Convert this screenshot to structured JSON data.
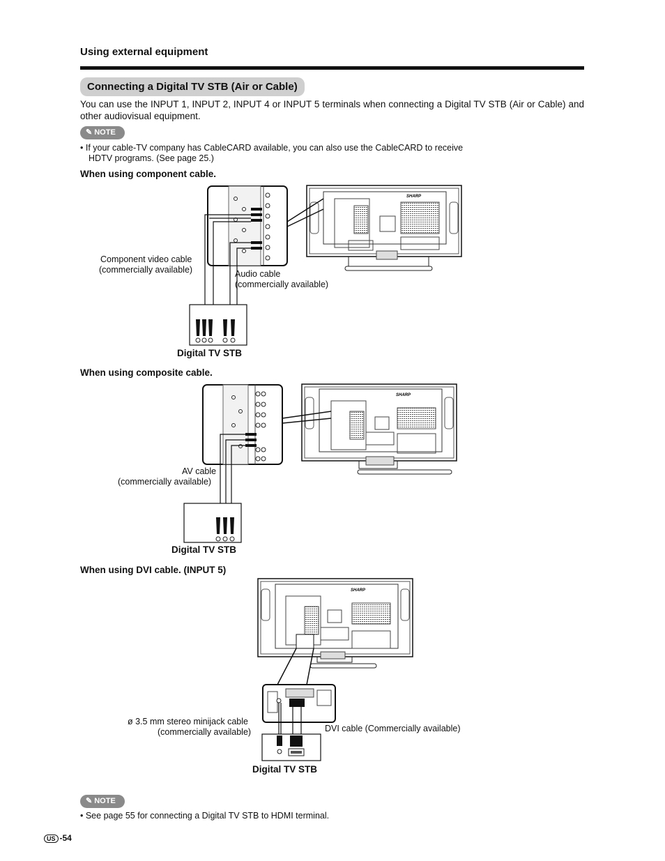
{
  "header": {
    "section_title": "Using external equipment"
  },
  "heading": {
    "title": "Connecting a Digital TV STB (Air or Cable)"
  },
  "intro": "You can use the INPUT 1, INPUT 2, INPUT 4 or INPUT 5 terminals when connecting a Digital TV STB (Air or Cable) and other audiovisual equipment.",
  "note1": {
    "badge": "NOTE",
    "bullet_1": "• If your cable-TV company has CableCARD available, you can also use the CableCARD to receive",
    "bullet_2": "HDTV programs. (See page 25.)"
  },
  "component": {
    "heading": "When using component cable.",
    "video_cable_1": "Component video cable",
    "video_cable_2": "(commercially available)",
    "audio_cable_1": "Audio cable",
    "audio_cable_2": "(commercially available)",
    "stb": "Digital TV STB"
  },
  "composite": {
    "heading": "When using composite cable.",
    "av_cable_1": "AV cable",
    "av_cable_2": "(commercially available)",
    "stb": "Digital TV STB"
  },
  "dvi": {
    "heading": "When using DVI cable. (INPUT 5)",
    "minijack_1": "ø 3.5 mm stereo minijack cable",
    "minijack_2": "(commercially available)",
    "dvi_cable": "DVI cable (Commercially available)",
    "stb": "Digital TV STB"
  },
  "note2": {
    "badge": "NOTE",
    "bullet": "• See page 55 for connecting a Digital TV STB to HDMI terminal."
  },
  "footer": {
    "region": "US",
    "page": "-54"
  },
  "tv_brand": "SHARP"
}
